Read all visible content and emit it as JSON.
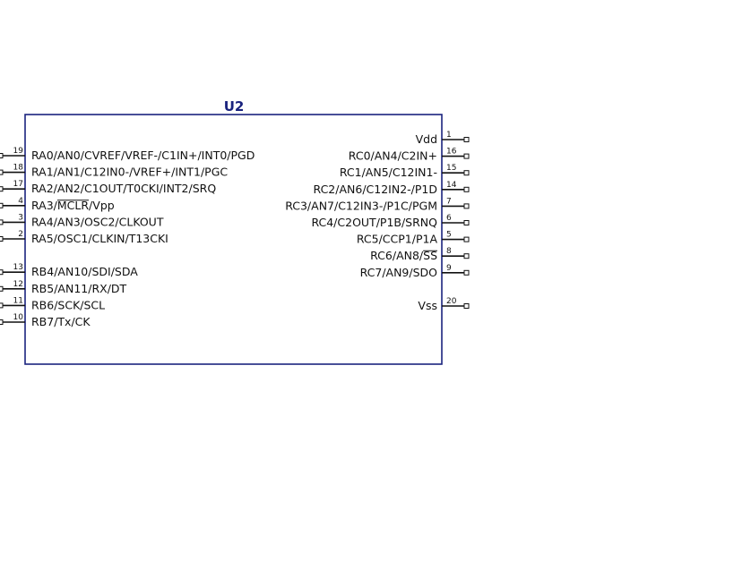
{
  "component": {
    "reference": "U2",
    "colors": {
      "body": "#1a237e",
      "pins": "#111111",
      "text": "#111111",
      "background": "#ffffff"
    },
    "left_pins": [
      {
        "number": "19",
        "label": "RA0/AN0/CVREF/VREF-/C1IN+/INT0/PGD"
      },
      {
        "number": "18",
        "label": "RA1/AN1/C12IN0-/VREF+/INT1/PGC"
      },
      {
        "number": "17",
        "label": "RA2/AN2/C1OUT/T0CKI/INT2/SRQ"
      },
      {
        "number": "4",
        "label": "RA3/MCLR/Vpp",
        "overbar": "MCLR"
      },
      {
        "number": "3",
        "label": "RA4/AN3/OSC2/CLKOUT"
      },
      {
        "number": "2",
        "label": "RA5/OSC1/CLKIN/T13CKI"
      },
      {
        "number": "13",
        "label": "RB4/AN10/SDI/SDA"
      },
      {
        "number": "12",
        "label": "RB5/AN11/RX/DT"
      },
      {
        "number": "11",
        "label": "RB6/SCK/SCL"
      },
      {
        "number": "10",
        "label": "RB7/Tx/CK"
      }
    ],
    "right_pins": [
      {
        "number": "1",
        "label": "Vdd"
      },
      {
        "number": "16",
        "label": "RC0/AN4/C2IN+"
      },
      {
        "number": "15",
        "label": "RC1/AN5/C12IN1-"
      },
      {
        "number": "14",
        "label": "RC2/AN6/C12IN2-/P1D"
      },
      {
        "number": "7",
        "label": "RC3/AN7/C12IN3-/P1C/PGM"
      },
      {
        "number": "6",
        "label": "RC4/C2OUT/P1B/SRNQ"
      },
      {
        "number": "5",
        "label": "RC5/CCP1/P1A"
      },
      {
        "number": "8",
        "label": "RC6/AN8/SS",
        "overbar": "SS"
      },
      {
        "number": "9",
        "label": "RC7/AN9/SDO"
      },
      {
        "number": "20",
        "label": "Vss"
      }
    ]
  }
}
